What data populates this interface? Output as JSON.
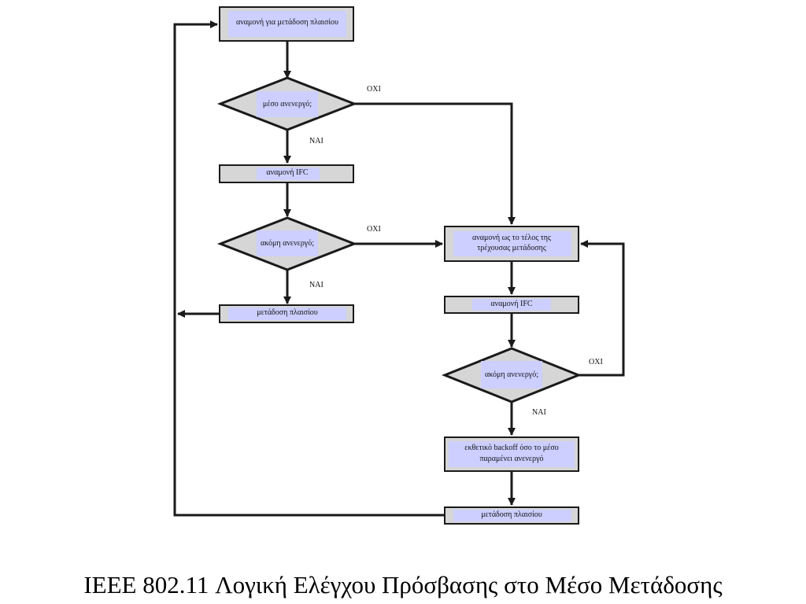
{
  "diagram": {
    "nodes": {
      "wait_frame": "αναμονή για μετάδοση πλαισίου",
      "medium_idle": "μέσο ανενεργό;",
      "wait_ifc_left": "αναμονή IFC",
      "still_idle_left": "ακόμη ανενεργό;",
      "transmit_left": "μετάδοση πλαισίου",
      "wait_end": "αναμονή ως το τέλος της τρέχουσας μετάδοσης",
      "wait_ifc_right": "αναμονή IFC",
      "still_idle_right": "ακόμη ανενεργό;",
      "backoff": "εκθετικό backoff όσο το μέσο παραμένει ανενεργό",
      "transmit_right": "μετάδοση πλαισίου"
    },
    "labels": {
      "no_1": "ΟΧΙ",
      "yes_1": "ΝΑΙ",
      "no_2": "ΟΧΙ",
      "yes_2": "ΝΑΙ",
      "no_3": "ΟΧΙ",
      "yes_3": "ΝΑΙ"
    },
    "colors": {
      "node_fill": "#d6d6d6",
      "node_panel": "#cccfff",
      "stroke": "#1a1a1a"
    }
  },
  "caption": "IEEE 802.11 Λογική Ελέγχου Πρόσβασης στο Μέσο Μετάδοσης"
}
